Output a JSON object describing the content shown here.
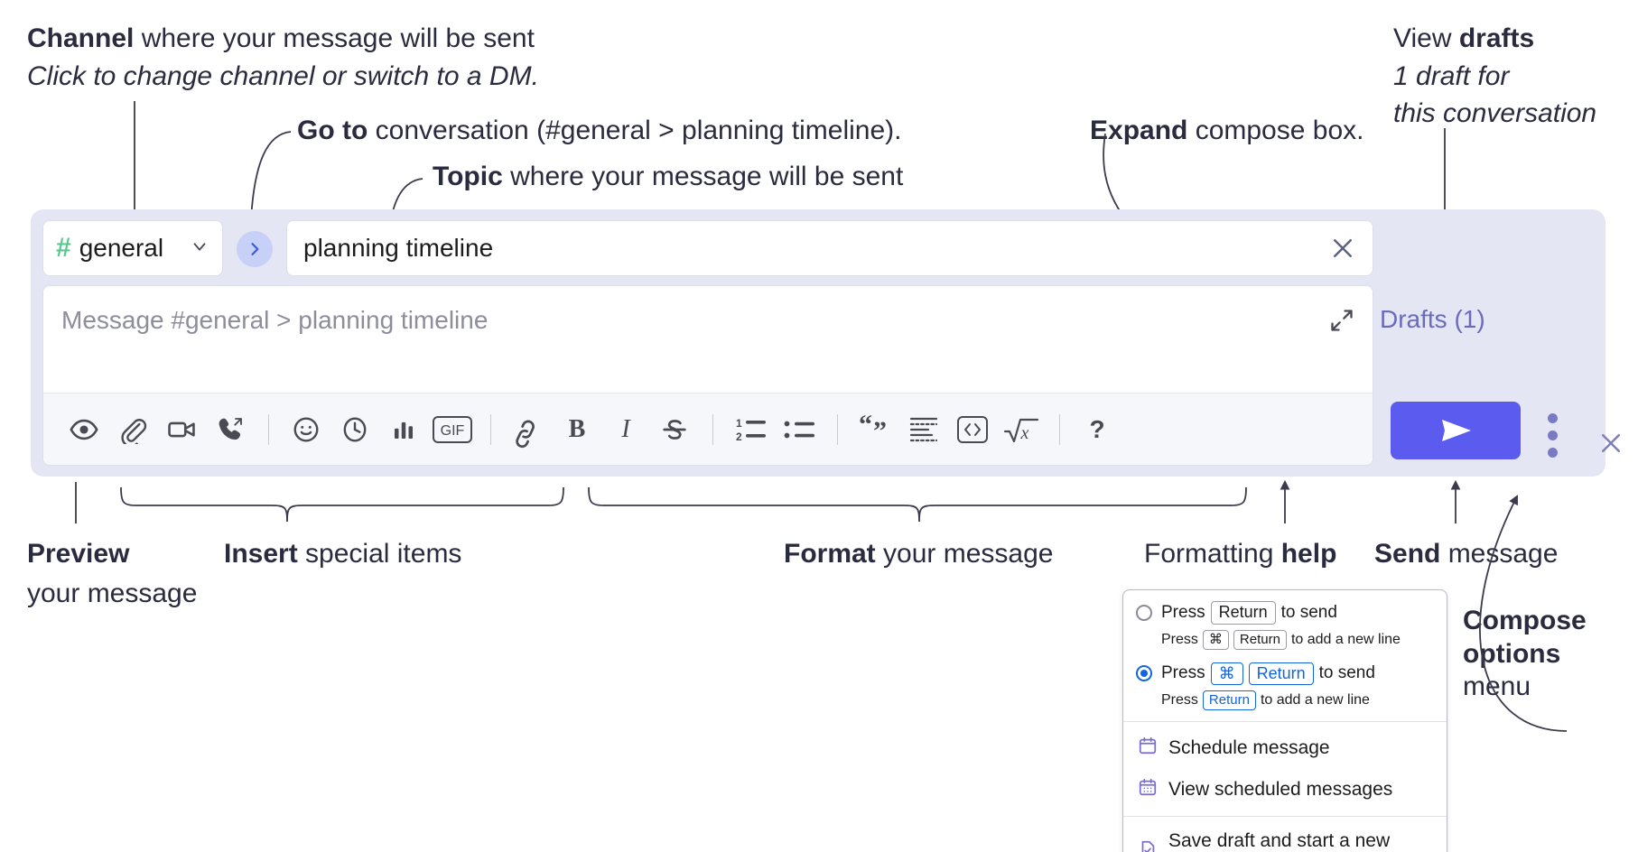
{
  "annotations": {
    "channel": {
      "bold": "Channel",
      "rest": " where your message will be sent",
      "sub": "Click to change channel or switch to a DM."
    },
    "goto": {
      "bold": "Go to",
      "rest": " conversation (#general > planning timeline)."
    },
    "topic": {
      "bold": "Topic",
      "rest": " where your message will be sent"
    },
    "expand": {
      "bold": "Expand",
      "rest": " compose box."
    },
    "drafts": {
      "pre": "View ",
      "bold": "drafts",
      "sub1": "1 draft for",
      "sub2": "this conversation"
    },
    "preview": {
      "bold": "Preview",
      "sub": "your message"
    },
    "insert": {
      "bold": "Insert",
      "rest": " special items"
    },
    "format": {
      "bold": "Format",
      "rest": " your message"
    },
    "help": {
      "pre": "Formatting ",
      "bold": "help"
    },
    "send": {
      "bold": "Send",
      "rest": " message"
    },
    "compose_options": {
      "bold1": "Compose",
      "bold2": "options",
      "rest": "menu"
    }
  },
  "compose": {
    "channel_name": "general",
    "channel_hash": "#",
    "topic_value": "planning timeline",
    "message_placeholder": "Message #general > planning timeline",
    "drafts_label": "Drafts (1)",
    "toolbar_icons": [
      "eye-icon",
      "paperclip-icon",
      "video-camera-icon",
      "phone-forward-icon",
      "divider",
      "emoji-icon",
      "clock-icon",
      "bar-chart-icon",
      "gif-icon",
      "divider",
      "link-icon",
      "bold-icon",
      "italic-icon",
      "strikethrough-icon",
      "divider",
      "ordered-list-icon",
      "bullet-list-icon",
      "divider",
      "blockquote-icon",
      "code-block-icon",
      "code-icon",
      "math-icon",
      "divider",
      "help-icon"
    ],
    "gif_label": "GIF",
    "bold_label": "B",
    "italic_label": "I",
    "help_label": "?"
  },
  "menu": {
    "option1": {
      "pre": "Press",
      "key": "Return",
      "post": "to send",
      "sub_pre": "Press",
      "sub_key1": "⌘",
      "sub_key2": "Return",
      "sub_post": "to add a new line",
      "selected": false
    },
    "option2": {
      "pre": "Press",
      "key1": "⌘",
      "key2": "Return",
      "post": "to send",
      "sub_pre": "Press",
      "sub_key": "Return",
      "sub_post": "to add a new line",
      "selected": true
    },
    "items": [
      {
        "label": "Schedule message",
        "icon": "calendar-clock-icon"
      },
      {
        "label": "View scheduled messages",
        "icon": "calendar-grid-icon"
      },
      {
        "label": "Save draft and start a new message",
        "icon": "file-check-icon"
      }
    ]
  },
  "colors": {
    "panel_bg": "#e4e6f4",
    "send_button": "#5b5bf0",
    "hash_green": "#5bc98f",
    "goto_circle": "#c7d0f7",
    "drafts_text": "#6b6bbd",
    "accent_blue": "#1264e0"
  }
}
